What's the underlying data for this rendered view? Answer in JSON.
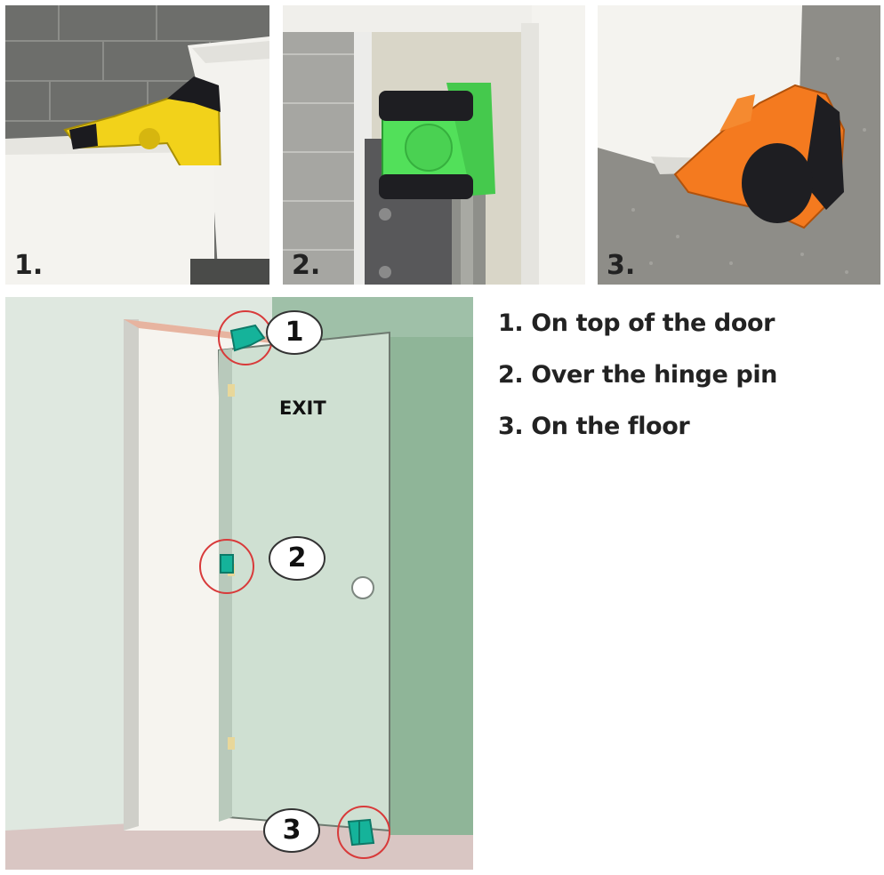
{
  "photos": [
    {
      "label": "1.",
      "icon": "yellow-door-stop-icon",
      "color": "#f2d21a"
    },
    {
      "label": "2.",
      "icon": "green-hinge-stop-icon",
      "color": "#52e05a"
    },
    {
      "label": "3.",
      "icon": "orange-floor-stop-icon",
      "color": "#f47a1f"
    }
  ],
  "diagram": {
    "exit_label": "EXIT",
    "callouts": [
      "1",
      "2",
      "3"
    ],
    "stopper_color": "#15b39a",
    "highlight_color": "#d83a3a"
  },
  "instructions": [
    "1. On top of the door",
    "2. Over the hinge pin",
    "3. On the floor"
  ]
}
